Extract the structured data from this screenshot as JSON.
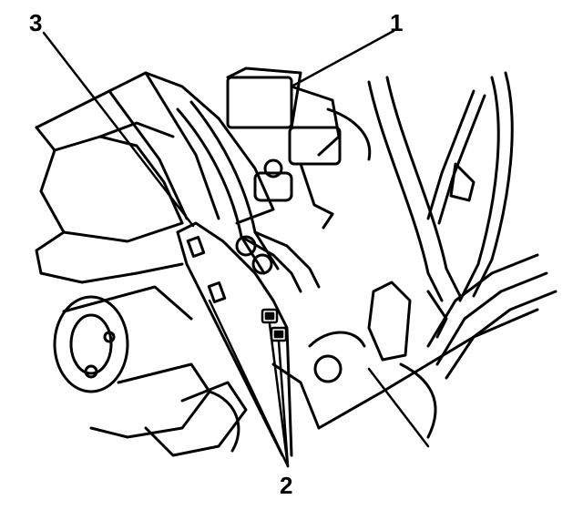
{
  "callouts": [
    {
      "id": "1",
      "text": "1"
    },
    {
      "id": "2",
      "text": "2"
    },
    {
      "id": "3",
      "text": "3"
    }
  ],
  "colors": {
    "ink": "#000000",
    "paper": "#ffffff"
  }
}
